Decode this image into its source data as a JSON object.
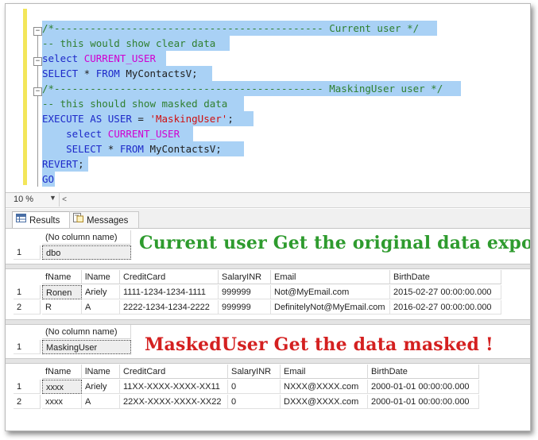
{
  "editor": {
    "lines": [
      [
        {
          "t": "/*--------------------------------------------- Current user */",
          "c": "cmt"
        }
      ],
      [
        {
          "t": "-- this would show clear data",
          "c": "cmt"
        }
      ],
      [
        {
          "t": "select ",
          "c": "kw"
        },
        {
          "t": "CURRENT_USER",
          "c": "fn"
        }
      ],
      [
        {
          "t": "SELECT",
          "c": "kw"
        },
        {
          "t": " * ",
          "c": "plain"
        },
        {
          "t": "FROM",
          "c": "kw"
        },
        {
          "t": " MyContactsV;",
          "c": "plain"
        }
      ],
      [
        {
          "t": "/*--------------------------------------------- MaskingUser user */",
          "c": "cmt"
        }
      ],
      [
        {
          "t": "-- this should show masked data",
          "c": "cmt"
        }
      ],
      [
        {
          "t": "EXECUTE AS USER",
          "c": "kw"
        },
        {
          "t": " = ",
          "c": "plain"
        },
        {
          "t": "'MaskingUser'",
          "c": "str"
        },
        {
          "t": ";",
          "c": "plain"
        }
      ],
      [
        {
          "t": "    select ",
          "c": "kw"
        },
        {
          "t": "CURRENT_USER",
          "c": "fn"
        }
      ],
      [
        {
          "t": "    SELECT",
          "c": "kw"
        },
        {
          "t": " * ",
          "c": "plain"
        },
        {
          "t": "FROM",
          "c": "kw"
        },
        {
          "t": " MyContactsV;",
          "c": "plain"
        }
      ],
      [
        {
          "t": "REVERT",
          "c": "kw"
        },
        {
          "t": ";",
          "c": "plain"
        }
      ],
      [
        {
          "t": "GO",
          "c": "kw"
        }
      ]
    ]
  },
  "status": {
    "zoom": "10 %",
    "zoom_arrow": "▼",
    "scroll_left": "<"
  },
  "tabs": {
    "results": "Results",
    "messages": "Messages"
  },
  "grid1": {
    "columns": [
      "(No column name)"
    ],
    "rows": [
      {
        "n": "1",
        "cells": [
          "dbo"
        ]
      }
    ]
  },
  "grid2": {
    "columns": [
      "fName",
      "lName",
      "CreditCard",
      "SalaryINR",
      "Email",
      "BirthDate"
    ],
    "rows": [
      {
        "n": "1",
        "cells": [
          "Ronen",
          "Ariely",
          "1111-1234-1234-1111",
          "999999",
          "Not@MyEmail.com",
          "2015-02-27 00:00:00.000"
        ]
      },
      {
        "n": "2",
        "cells": [
          "R",
          "A",
          "2222-1234-1234-2222",
          "999999",
          "DefinitelyNot@MyEmail.com",
          "2016-02-27 00:00:00.000"
        ]
      }
    ]
  },
  "grid3": {
    "columns": [
      "(No column name)"
    ],
    "rows": [
      {
        "n": "1",
        "cells": [
          "MaskingUser"
        ]
      }
    ]
  },
  "grid4": {
    "columns": [
      "fName",
      "lName",
      "CreditCard",
      "SalaryINR",
      "Email",
      "BirthDate"
    ],
    "rows": [
      {
        "n": "1",
        "cells": [
          "xxxx",
          "Ariely",
          "11XX-XXXX-XXXX-XX11",
          "0",
          "NXXX@XXXX.com",
          "2000-01-01 00:00:00.000"
        ]
      },
      {
        "n": "2",
        "cells": [
          "xxxx",
          "A",
          "22XX-XXXX-XXXX-XX22",
          "0",
          "DXXX@XXXX.com",
          "2000-01-01 00:00:00.000"
        ]
      }
    ]
  },
  "annotations": {
    "current": "Current user Get the original data exposed",
    "masked": "MaskedUser Get the data masked !",
    "current_color": "#2e9b2e",
    "masked_color": "#d42020"
  },
  "colors": {
    "selection": "#a9d1f5",
    "comment": "#2f7f2f",
    "keyword": "#1d29c9",
    "function": "#d000d0",
    "string": "#d01010"
  }
}
